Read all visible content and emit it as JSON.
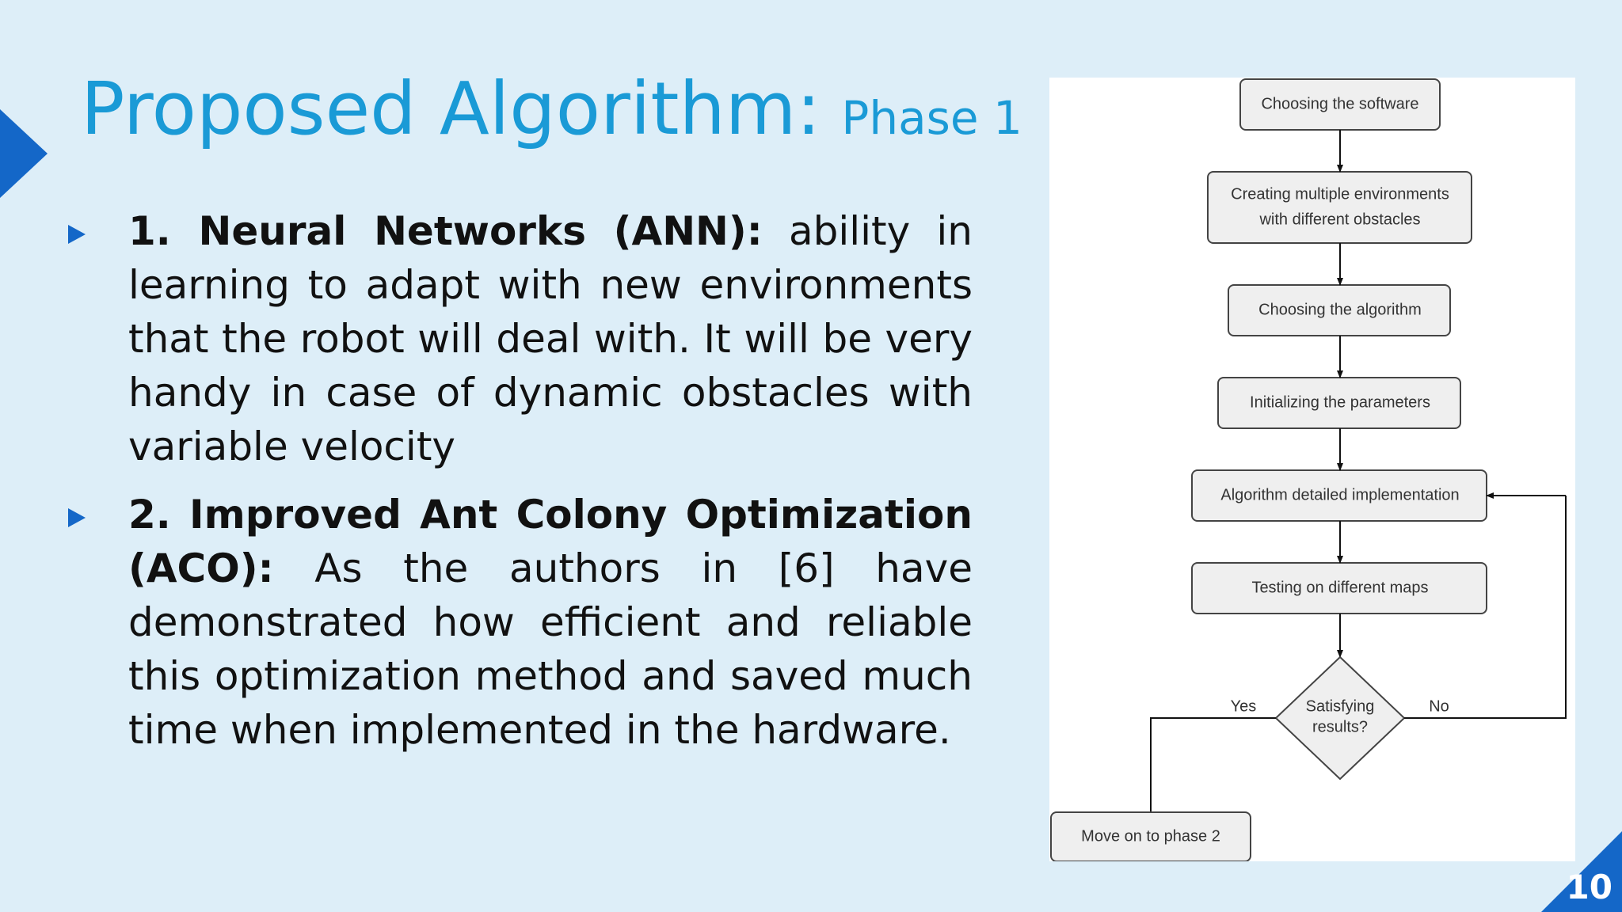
{
  "slide": {
    "title_main": "Proposed Algorithm:",
    "title_sub": "Phase 1",
    "page_number": "10",
    "accent_color": "#1467c8",
    "title_color": "#1a9ad6"
  },
  "bullets": [
    {
      "label": "1. Neural Networks (ANN):",
      "text": "ability in learning to adapt with new environments that the robot will deal with. It will be very handy in case of dynamic obstacles with variable velocity"
    },
    {
      "label": "2. Improved Ant Colony Optimization (ACO):",
      "text": "As the authors in [6] have demonstrated how efficient and reliable this optimization method and saved much time when implemented in the hardware."
    }
  ],
  "flowchart": {
    "steps": [
      "Choosing the software",
      [
        "Creating multiple environments",
        "with different obstacles"
      ],
      "Choosing the algorithm",
      "Initializing the parameters",
      "Algorithm detailed implementation",
      "Testing on different maps"
    ],
    "decision": [
      "Satisfying",
      "results?"
    ],
    "yes_label": "Yes",
    "no_label": "No",
    "final_step": "Move on to phase 2"
  }
}
